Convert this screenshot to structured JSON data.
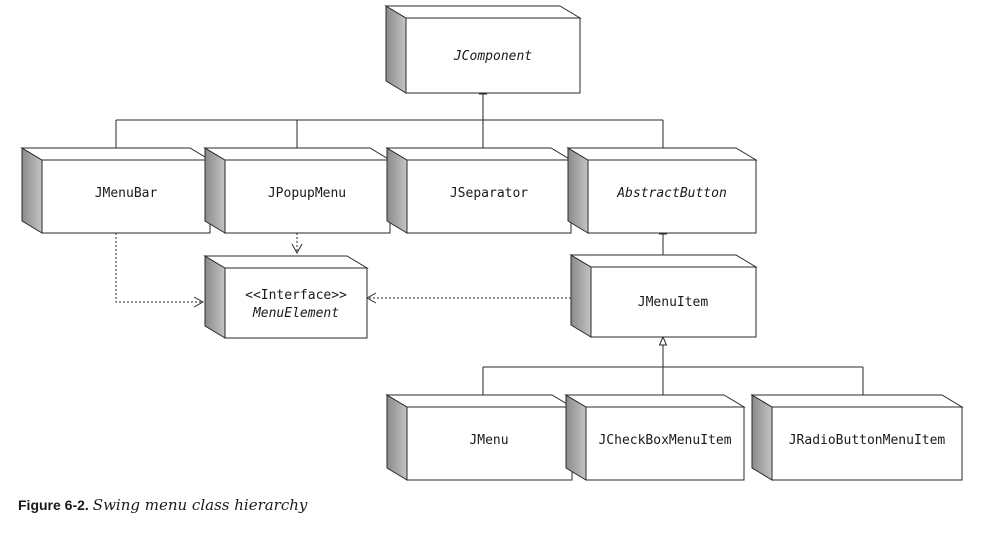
{
  "nodes": {
    "jcomponent": {
      "label": "JComponent",
      "italic": true
    },
    "jmenubar": {
      "label": "JMenuBar",
      "italic": false
    },
    "jpopupmenu": {
      "label": "JPopupMenu",
      "italic": false
    },
    "jseparator": {
      "label": "JSeparator",
      "italic": false
    },
    "abstractbutton": {
      "label": "AbstractButton",
      "italic": true
    },
    "menuelement": {
      "stereotype": "<<Interface>>",
      "label": "MenuElement"
    },
    "jmenuitem": {
      "label": "JMenuItem",
      "italic": false
    },
    "jmenu": {
      "label": "JMenu",
      "italic": false
    },
    "jcheckboxmenuitem": {
      "label": "JCheckBoxMenuItem",
      "italic": false
    },
    "jradiobuttonmenuitem": {
      "label": "JRadioButtonMenuItem",
      "italic": false
    }
  },
  "caption": {
    "figure": "Figure 6-2.",
    "text": "Swing menu class hierarchy"
  }
}
